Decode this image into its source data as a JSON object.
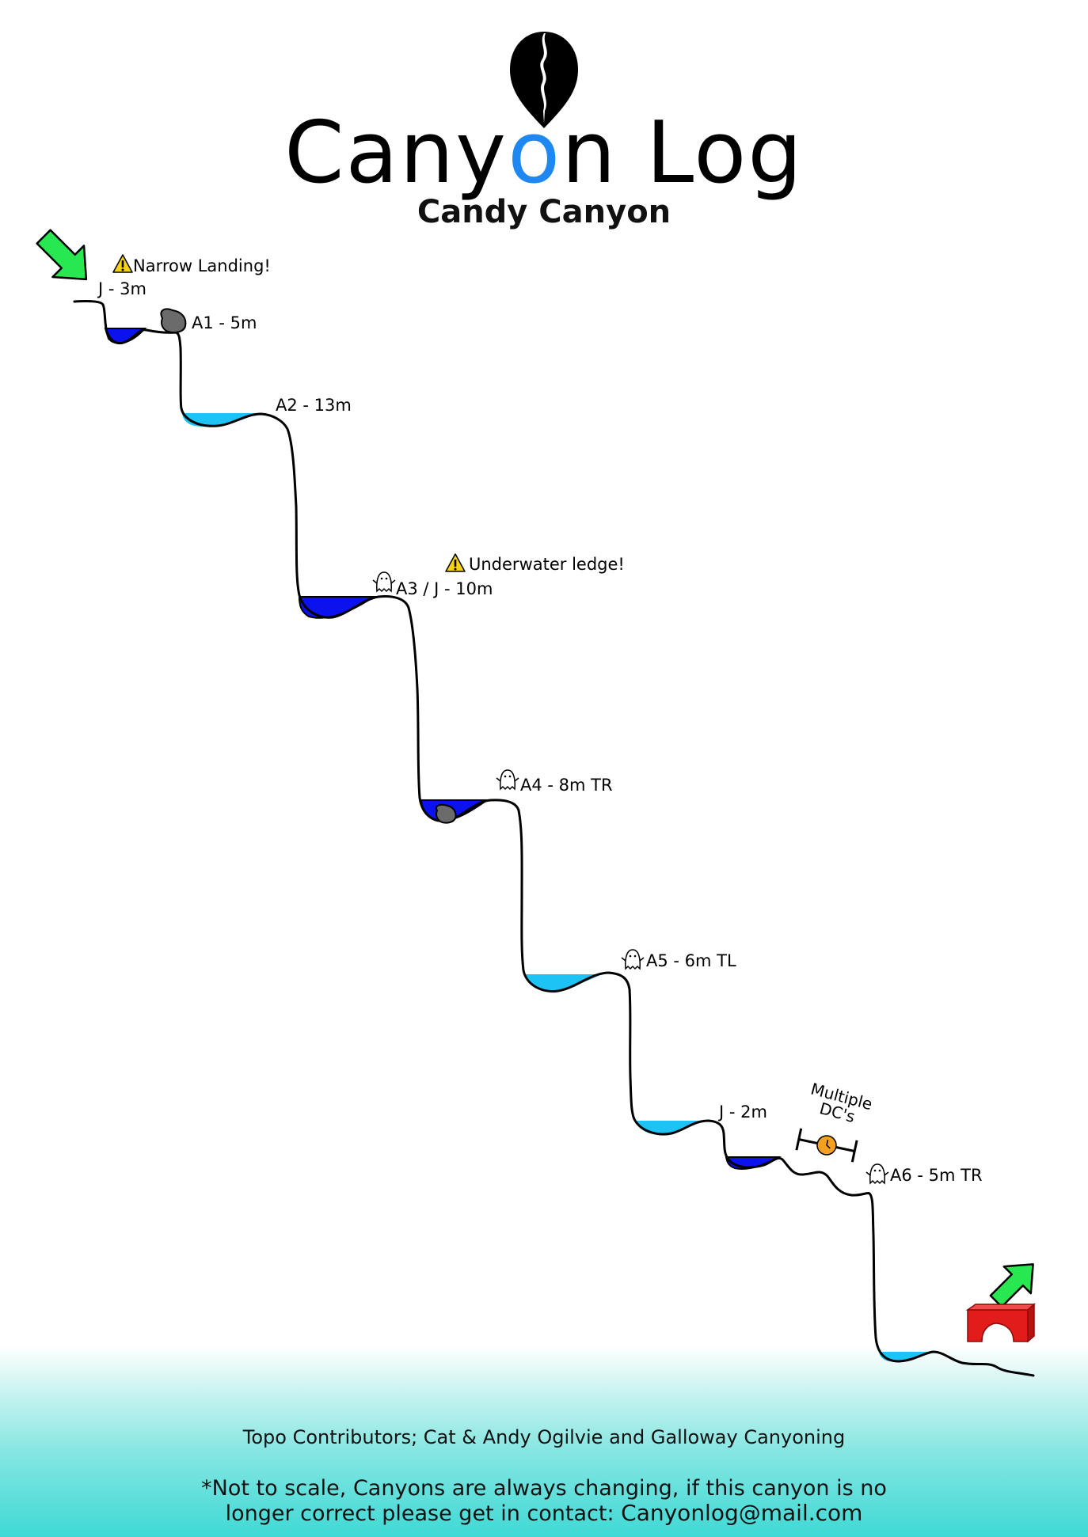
{
  "brand": {
    "title_before": "Cany",
    "title_o": "o",
    "title_after": "n Log",
    "canyon_name": "Candy Canyon"
  },
  "colors": {
    "deep_pool": "#0b12ee",
    "shallow_pool": "#1ec3f5",
    "arrow_green": "#27e850",
    "warning_yellow": "#f5d312",
    "rock_gray": "#6b6b6b",
    "exit_red": "#e21b1b",
    "clock_orange": "#f4a020",
    "brand_blue": "#1e88f0",
    "footer_teal": "#3fd9d5"
  },
  "obstacles": [
    {
      "id": "j1",
      "label": "J - 3m",
      "pool": "deep"
    },
    {
      "id": "a1",
      "label": "A1 - 5m",
      "pool": "none"
    },
    {
      "id": "a2",
      "label": "A2 - 13m",
      "pool": "shallow"
    },
    {
      "id": "a3",
      "label": "A3 / J - 10m",
      "pool": "deep"
    },
    {
      "id": "a4",
      "label": "A4 - 8m TR",
      "pool": "deep"
    },
    {
      "id": "a5",
      "label": "A5 - 6m TL",
      "pool": "shallow"
    },
    {
      "id": "j2",
      "label": "J - 2m",
      "pool": "deep"
    },
    {
      "id": "a6",
      "label": "A6 - 5m TR",
      "pool": "shallow"
    }
  ],
  "warnings": {
    "narrow_landing": "Narrow Landing!",
    "underwater_ledge": "Underwater ledge!"
  },
  "downclimbs": {
    "label_line1": "Multiple",
    "label_line2": "DC's"
  },
  "icons": {
    "entry": "entry-arrow-icon",
    "exit": "exit-arrow-icon",
    "warning": "warning-icon",
    "anchor": "ghost-anchor-icon",
    "rock": "rock-icon",
    "clock": "clock-icon",
    "bridge": "bridge-icon",
    "logo": "canyon-log-logo-icon"
  },
  "footer": {
    "contributors": "Topo Contributors; Cat & Andy Ogilvie and Galloway Canyoning",
    "disclaimer_line1": "*Not to scale, Canyons are always changing, if this canyon is no",
    "disclaimer_line2": "longer correct please get in contact: ",
    "email": "Canyonlog@mail.com"
  }
}
